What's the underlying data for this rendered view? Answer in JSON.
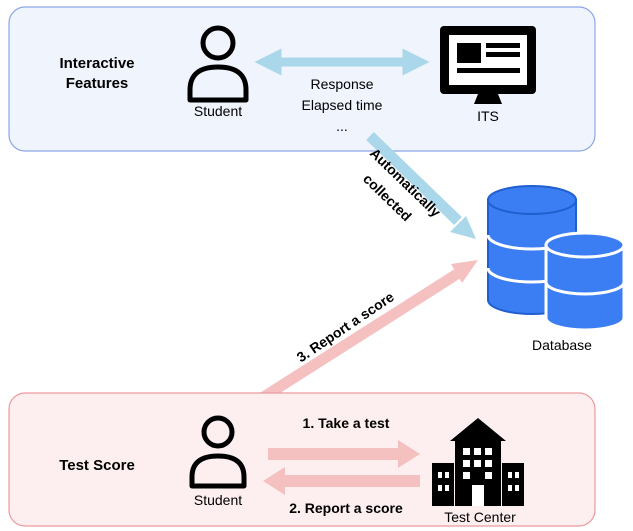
{
  "top_panel": {
    "title_line1": "Interactive",
    "title_line2": "Features",
    "student_label": "Student",
    "its_label": "ITS",
    "features": [
      "Response",
      "Elapsed time",
      "..."
    ]
  },
  "flow": {
    "auto_line1": "Automatically",
    "auto_line2": "collected",
    "report_diag": "3. Report a score"
  },
  "database_label": "Database",
  "bottom_panel": {
    "title": "Test Score",
    "student_label": "Student",
    "center_label": "Test Center",
    "take_test": "1. Take a test",
    "report_score": "2. Report a score"
  },
  "colors": {
    "top_fill": "#f0f4fd",
    "top_stroke": "#8aa6e6",
    "bottom_fill": "#fdeff0",
    "bottom_stroke": "#ec9a9e",
    "blue_arrow": "#aad7ea",
    "pink_arrow": "#f5c0c0",
    "db_blue": "#3b7df2"
  }
}
